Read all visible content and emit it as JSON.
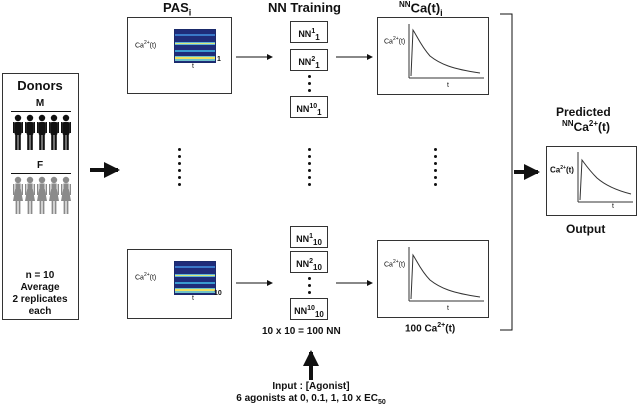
{
  "donors": {
    "title": "Donors",
    "male_label": "M",
    "female_label": "F",
    "stats_lines": [
      "n = 10",
      "Average",
      "2 replicates",
      "each"
    ]
  },
  "headers": {
    "pas_base": "PAS",
    "pas_sub": "i",
    "nn_training": "NN Training",
    "nnca_sup": "NN",
    "nnca_base": "Ca(t)",
    "nnca_sub": "i"
  },
  "pas_panels": {
    "axis_base": "Ca",
    "axis_sup": "2+",
    "axis_tail": "(t)",
    "xlabel": "t",
    "top_index": "1",
    "bottom_index": "10"
  },
  "nn_boxes": {
    "top": [
      {
        "base": "NN",
        "sup": "1",
        "sub": "1"
      },
      {
        "base": "NN",
        "sup": "2",
        "sub": "1"
      },
      {
        "base": "NN",
        "sup": "10",
        "sub": "1"
      }
    ],
    "bottom": [
      {
        "base": "NN",
        "sup": "1",
        "sub": "10"
      },
      {
        "base": "NN",
        "sup": "2",
        "sub": "10"
      },
      {
        "base": "NN",
        "sup": "10",
        "sub": "10"
      }
    ],
    "total_label": "10 x 10 = 100 NN"
  },
  "ca_plots": {
    "axis_base": "Ca",
    "axis_sup": "2+",
    "axis_tail": "(t)",
    "xlabel": "t",
    "total_base": "100 Ca",
    "total_sup": "2+",
    "total_tail": "(t)"
  },
  "input": {
    "line1": "Input : [Agonist]",
    "line2_base": "6 agonists at 0, 0.1, 1, 10 x EC",
    "line2_sub": "50"
  },
  "output": {
    "predicted_label": "Predicted",
    "nn_sup": "NN",
    "ca_base": "Ca",
    "ca_sup": "2+",
    "ca_tail": "(t)",
    "axis_base": "Ca",
    "axis_sup": "2+",
    "axis_tail": "(t)",
    "xlabel": "t",
    "output_label": "Output"
  }
}
